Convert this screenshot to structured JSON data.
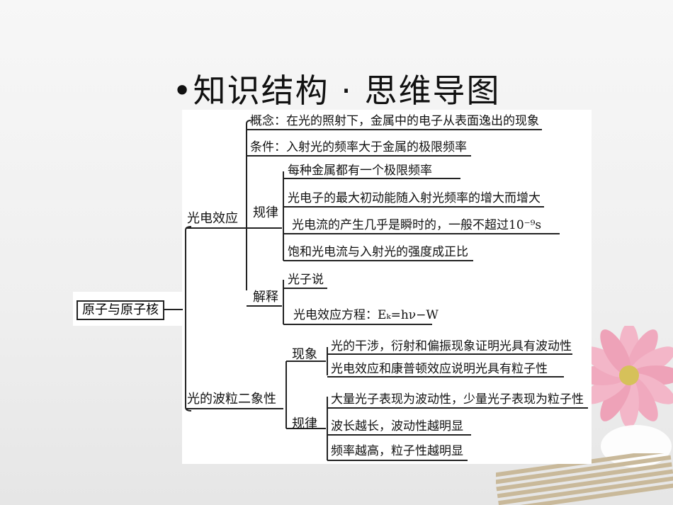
{
  "slide": {
    "title": "•知识结构 · 思维导图"
  },
  "mindmap": {
    "root": "原子与原子核",
    "photoelectric": {
      "label": "光电效应",
      "concept": "概念：在光的照射下，金属中的电子从表面逸出的现象",
      "condition": "条件：入射光的频率大于金属的极限频率",
      "rules_label": "规律",
      "rules": [
        "每种金属都有一个极限频率",
        "光电子的最大初动能随入射光频率的增大而增大",
        "光电流的产生几乎是瞬时的，一般不超过10⁻⁹s",
        "饱和光电流与入射光的强度成正比"
      ],
      "explain_label": "解释",
      "explain": [
        "光子说",
        "光电效应方程：Eₖ=hν−W"
      ]
    },
    "duality": {
      "label": "光的波粒二象性",
      "phenomena_label": "现象",
      "phenomena": [
        "光的干涉，衍射和偏振现象证明光具有波动性",
        "光电效应和康普顿效应说明光具有粒子性"
      ],
      "rules_label": "规律",
      "rules": [
        "大量光子表现为波动性，少量光子表现为粒子性",
        "波长越长，波动性越明显",
        "频率越高，粒子性越明显"
      ]
    }
  },
  "decor": {
    "flower_color": "#e98aa6",
    "bamboo_color": "#c9b99a"
  }
}
